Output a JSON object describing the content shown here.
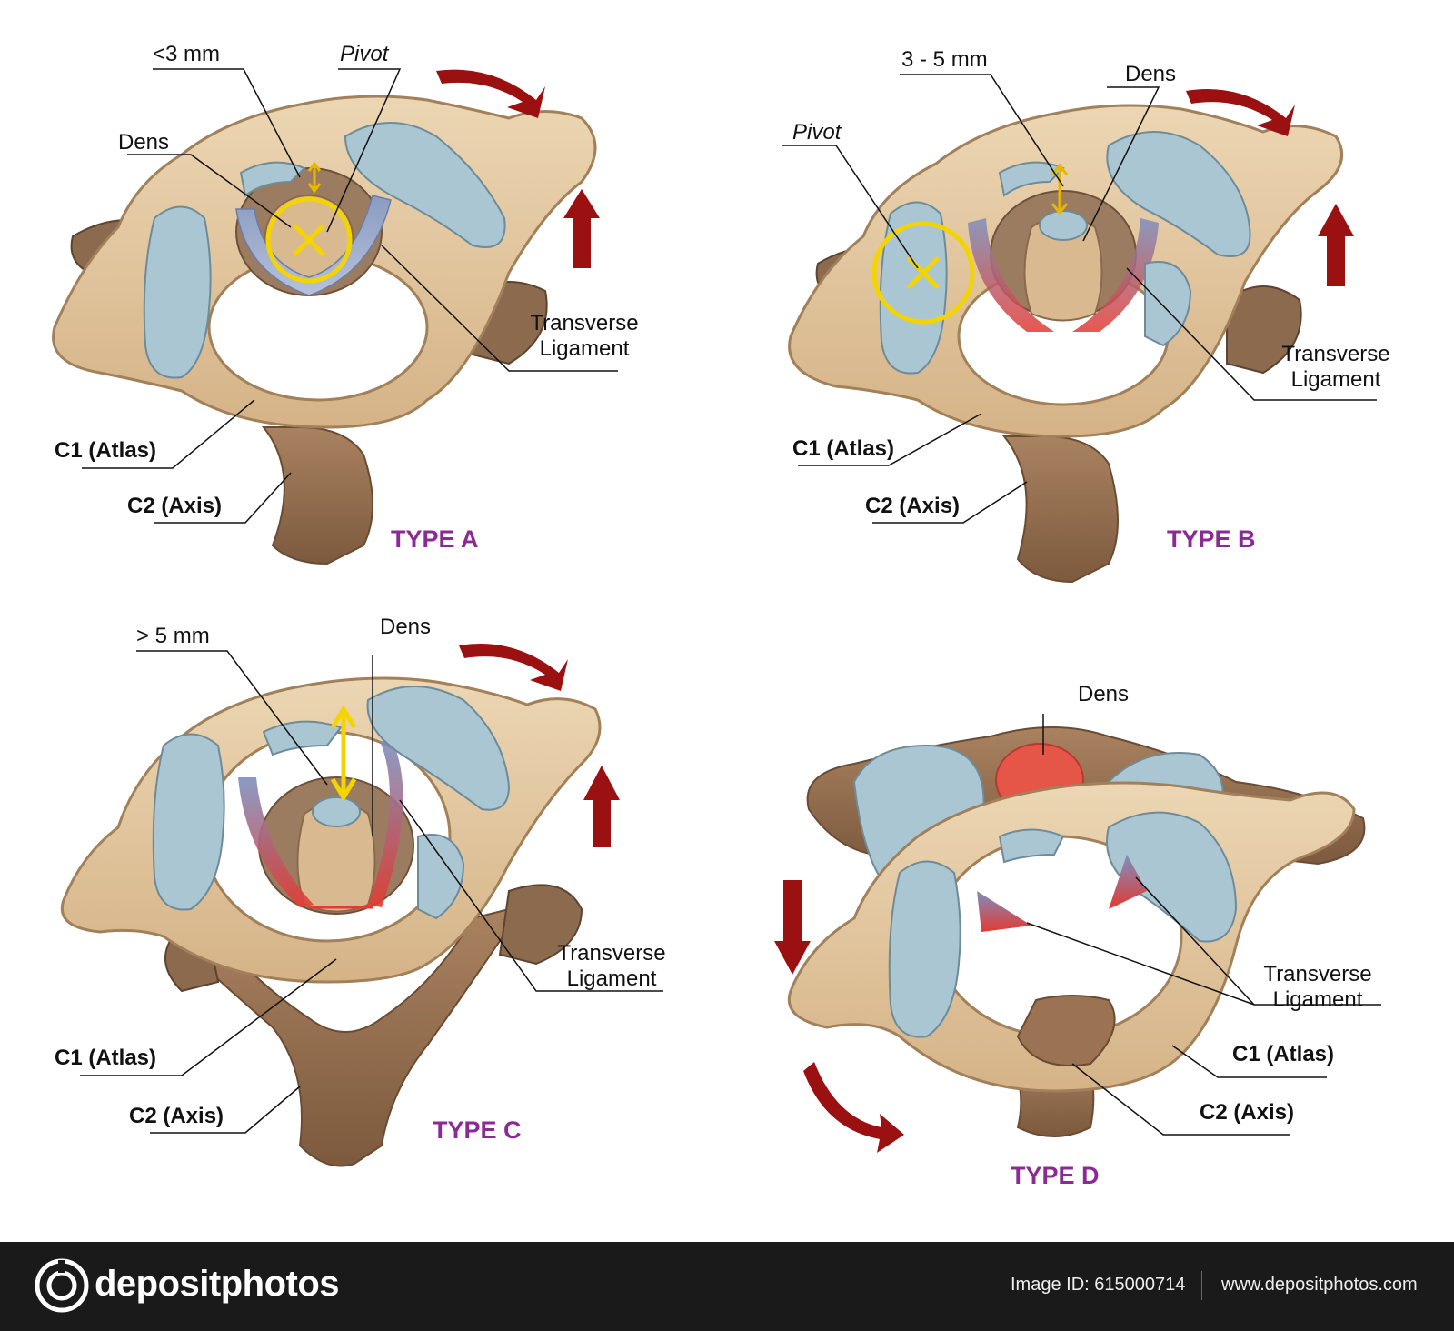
{
  "panels": {
    "a": {
      "type": "TYPE A",
      "measure": "<3 mm",
      "pivot": "Pivot",
      "dens": "Dens",
      "ligament_1": "Transverse",
      "ligament_2": "Ligament",
      "c1": "C1 (Atlas)",
      "c2": "C2 (Axis)"
    },
    "b": {
      "type": "TYPE B",
      "measure": "3 - 5 mm",
      "pivot": "Pivot",
      "dens": "Dens",
      "ligament_1": "Transverse",
      "ligament_2": "Ligament",
      "c1": "C1 (Atlas)",
      "c2": "C2 (Axis)"
    },
    "c": {
      "type": "TYPE C",
      "measure": "> 5 mm",
      "dens": "Dens",
      "ligament_1": "Transverse",
      "ligament_2": "Ligament",
      "c1": "C1 (Atlas)",
      "c2": "C2 (Axis)"
    },
    "d": {
      "type": "TYPE D",
      "dens": "Dens",
      "ligament_1": "Transverse",
      "ligament_2": "Ligament",
      "c1": "C1 (Atlas)",
      "c2": "C2 (Axis)"
    }
  },
  "colors": {
    "bone": "#e3c7a0",
    "bone_dark": "#b08a62",
    "axis": "#9b7353",
    "cartilage": "#a9c6d2",
    "ligament": "#8a9cc2",
    "torn": "#e43a32",
    "arrow": "#9b1010",
    "pivot": "#f4d400",
    "type_label": "#8b2a95",
    "footer_bg": "#1a1a1a"
  },
  "footer": {
    "brand": "depositphotos",
    "image_id": "Image ID: 615000714",
    "url": "www.depositphotos.com"
  }
}
